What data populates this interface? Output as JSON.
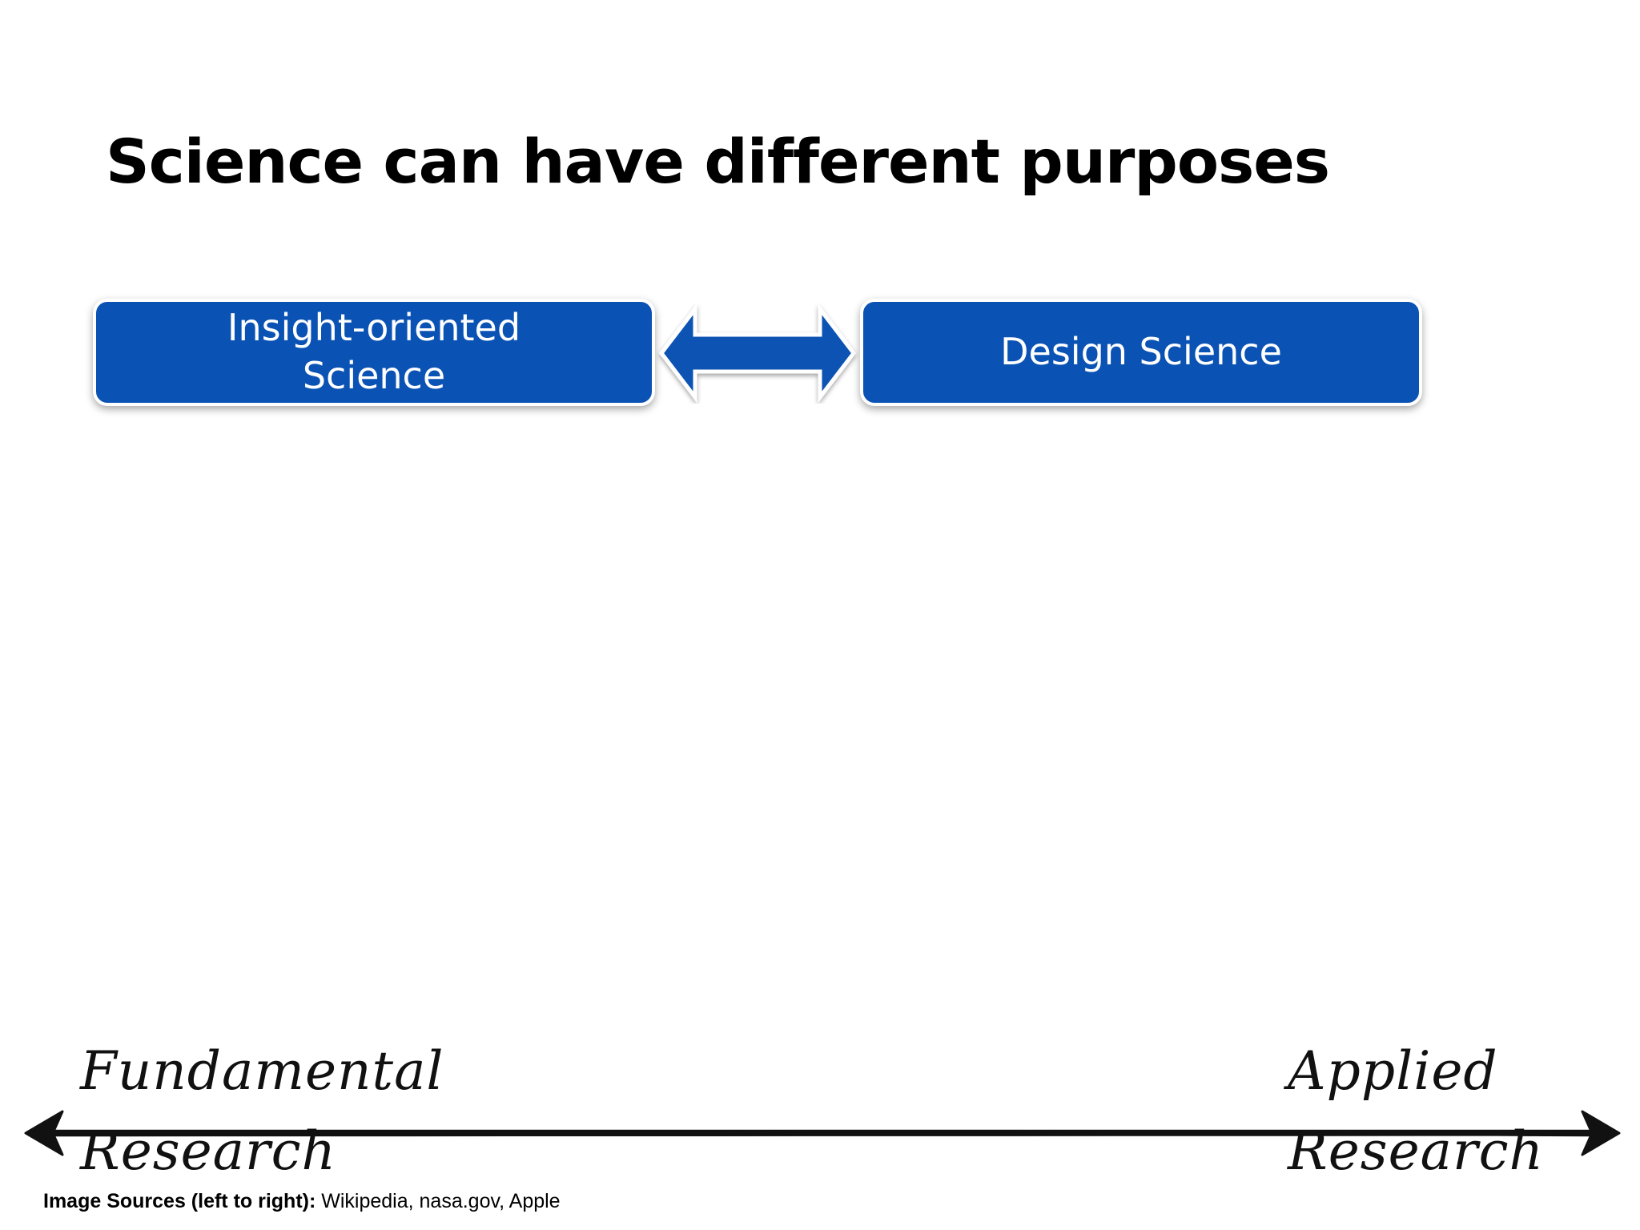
{
  "slide": {
    "title": "Science can have different purposes"
  },
  "boxes": {
    "left": {
      "line1": "Insight-oriented",
      "line2": "Science"
    },
    "right": {
      "label": "Design Science"
    }
  },
  "axis": {
    "left_label": {
      "line1": "Fundamental",
      "line2": "Research"
    },
    "right_label": {
      "line1": "Applied",
      "line2": "Research"
    }
  },
  "footer": {
    "sources_label": "Image Sources (left to right):",
    "sources_list": " Wikipedia, nasa.gov, Apple"
  },
  "colors": {
    "box_fill": "#0a52b3",
    "arrow_fill": "#0a52b3",
    "text_dark": "#000000"
  },
  "icons": {
    "connector": "double-headed-arrow-icon",
    "axis": "double-headed-arrow-icon"
  }
}
